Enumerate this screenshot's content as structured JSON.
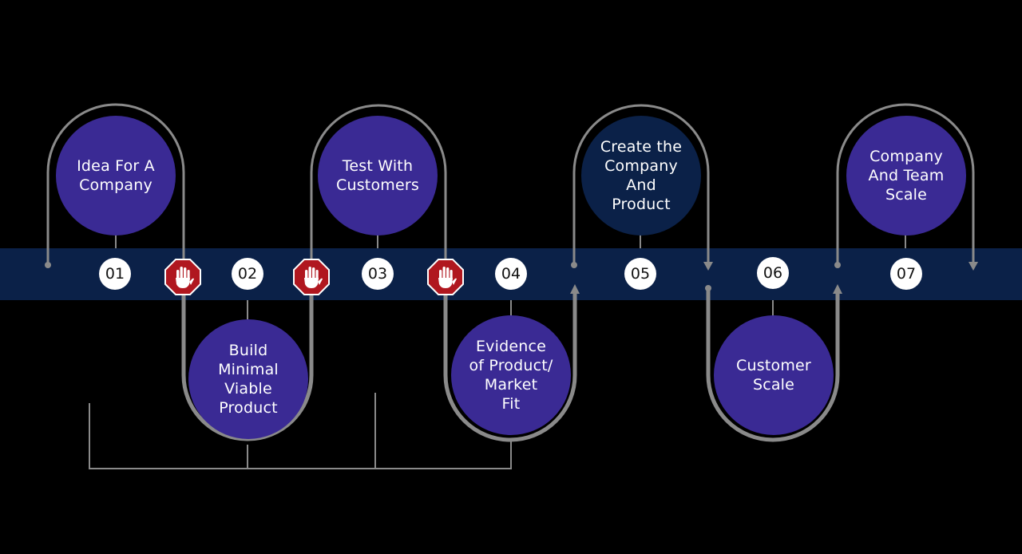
{
  "colors": {
    "background": "#000000",
    "band": "#0b2148",
    "stage_fill": "#3a2a94",
    "highlight_fill": "#0b2148",
    "connector": "#8a8a8a",
    "stop_sign": "#b0171f",
    "number_fill": "#ffffff"
  },
  "stages": [
    {
      "number": "01",
      "label": "Idea For A\nCompany",
      "position": "above",
      "highlight": false
    },
    {
      "number": "02",
      "label": "Build\nMinimal\nViable\nProduct",
      "position": "below",
      "highlight": false
    },
    {
      "number": "03",
      "label": "Test With\nCustomers",
      "position": "above",
      "highlight": false
    },
    {
      "number": "04",
      "label": "Evidence\nof Product/\nMarket\nFit",
      "position": "below",
      "highlight": false
    },
    {
      "number": "05",
      "label": "Create the\nCompany\nAnd\nProduct",
      "position": "above",
      "highlight": true
    },
    {
      "number": "06",
      "label": "Customer\nScale",
      "position": "below",
      "highlight": false
    },
    {
      "number": "07",
      "label": "Company\nAnd Team\nScale",
      "position": "above",
      "highlight": false
    }
  ],
  "stop_icons": [
    {
      "icon": "stop-hand-icon"
    },
    {
      "icon": "stop-hand-icon"
    },
    {
      "icon": "stop-hand-icon"
    }
  ]
}
